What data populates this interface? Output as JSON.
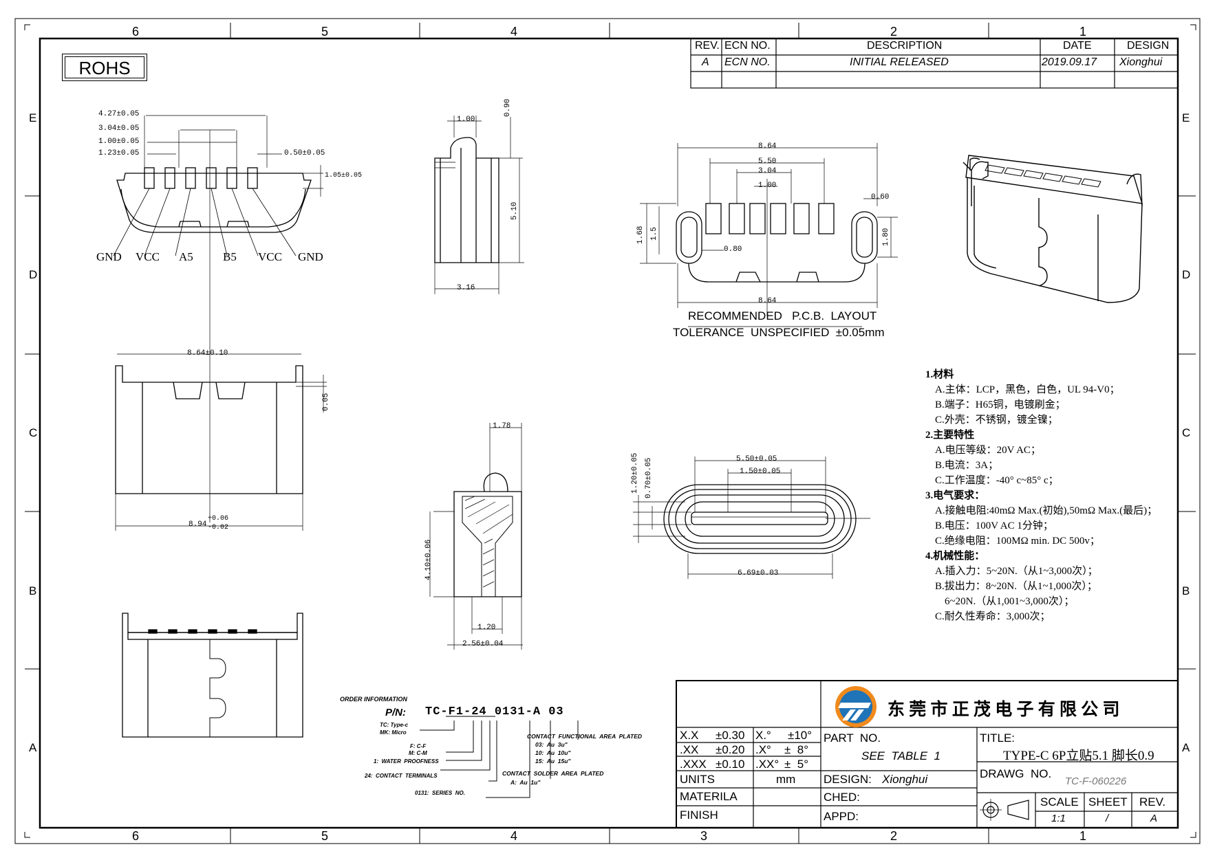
{
  "frame": {
    "col_labels": [
      "6",
      "5",
      "4",
      "3",
      "2",
      "1"
    ],
    "row_labels": [
      "E",
      "D",
      "C",
      "B",
      "A"
    ]
  },
  "rohs": "ROHS",
  "revision_table": {
    "headers": [
      "REV.",
      "ECN  NO.",
      "DESCRIPTION",
      "DATE",
      "DESIGN"
    ],
    "row": [
      "A",
      "ECN  NO.",
      "INITIAL  RELEASED",
      "2019.09.17",
      "Xionghui"
    ]
  },
  "front_view": {
    "dims": [
      "4.27±0.05",
      "3.04±0.05",
      "1.00±0.05",
      "1.23±0.05",
      "0.50±0.05",
      "1.05±0.05"
    ],
    "pin_labels": [
      "GND",
      "VCC",
      "A5",
      "B5",
      "VCC",
      "GND"
    ]
  },
  "side_view_top": {
    "dims": [
      "1.00",
      "0.90",
      "5.10",
      "3.16"
    ]
  },
  "pcb_layout": {
    "dims": [
      "8.64",
      "5.50",
      "3.04",
      "1.00",
      "0.60",
      "1.68",
      "1.5",
      "1.80",
      "0.80",
      "8.64"
    ],
    "caption1": "RECOMMENDED   P.C.B.  LAYOUT",
    "caption2": "TOLERANCE  UNSPECIFIED  ±0.05mm"
  },
  "mid_view": {
    "dims": [
      "8.64±0.10",
      "0.05",
      "8.94",
      "+0.06",
      "-0.02"
    ]
  },
  "section_view": {
    "dims": [
      "1.78",
      "4.10±0.06",
      "1.20",
      "2.56±0.04"
    ]
  },
  "mating_view": {
    "dims": [
      "5.50±0.05",
      "1.50±0.05",
      "1.20±0.05",
      "0.70±0.05",
      "6.69±0.03"
    ]
  },
  "notes": [
    {
      "cls": "h",
      "text": "1.材料"
    },
    {
      "cls": "i1",
      "text": "A.主体：LCP，黑色，白色，UL 94-V0；"
    },
    {
      "cls": "i1",
      "text": "B.端子：H65铜，电镀刷金；"
    },
    {
      "cls": "i1",
      "text": "C.外壳：不锈钢，镀全镍；"
    },
    {
      "cls": "h",
      "text": "2.主要特性"
    },
    {
      "cls": "i1",
      "text": "A.电压等级：20V AC；"
    },
    {
      "cls": "i1",
      "text": "B.电流：3A；"
    },
    {
      "cls": "i1",
      "text": "C.工作温度：-40° c~85° c；"
    },
    {
      "cls": "h",
      "text": "3.电气要求："
    },
    {
      "cls": "i1",
      "text": "A.接触电阻:40mΩ Max.(初始),50mΩ Max.(最后)；"
    },
    {
      "cls": "i1",
      "text": "B.电压：100V AC 1分钟；"
    },
    {
      "cls": "i1",
      "text": "C.绝缘电阻：100MΩ min. DC 500v；"
    },
    {
      "cls": "h",
      "text": "4.机械性能："
    },
    {
      "cls": "i1",
      "text": "A.插入力：5~20N.（从1~3,000次）；"
    },
    {
      "cls": "i1",
      "text": "B.拔出力：8~20N.（从1~1,000次）；"
    },
    {
      "cls": "i2",
      "text": "6~20N.（从1,001~3,000次）；"
    },
    {
      "cls": "i1",
      "text": "C.耐久性寿命：3,000次；"
    }
  ],
  "order_info": {
    "title": "ORDER INFORMATION",
    "pn_label": "P/N:",
    "pn": "TC-F1-24 0131-A 03",
    "notes": [
      "TC: Type-c",
      "MK: Micro",
      "F: C-F",
      "M: C-M",
      "1:  WATER  PROOFNESS",
      "24:  CONTACT  TERMINALS",
      "0131:  SERIES  NO.",
      "CONTACT  FUNCTIONAL  AREA  PLATED",
      "03:  Au  3u\"",
      "10:  Au  10u\"",
      "15:  Au  15u\"",
      "CONTACT  SOLDER  AREA  PLATED",
      "A:  Au  1u\""
    ]
  },
  "title_block": {
    "company": "东 莞 市 正 茂 电 子 有 限 公 司",
    "tolerances": [
      [
        "X.X",
        "±0.30",
        "X.°",
        "±10°"
      ],
      [
        ".XX",
        "±0.20",
        ".X°",
        "±  8°"
      ],
      [
        ".XXX",
        "±0.10",
        ".XX°",
        "±  5°"
      ]
    ],
    "units_label": "UNITS",
    "units_value": "mm",
    "materila_label": "MATERILA",
    "finish_label": "FINISH",
    "part_no_label": "PART  NO.",
    "part_no_value": "SEE  TABLE  1",
    "design_label": "DESIGN:",
    "design_value": "Xionghui",
    "ched_label": "CHED:",
    "appd_label": "APPD:",
    "title_label": "TITLE:",
    "title_value": "TYPE-C 6P立贴5.1 脚长0.9",
    "drawg_label": "DRAWG  NO.",
    "drawg_value": "TC-F-060226",
    "scale_label": "SCALE",
    "scale_value": "1:1",
    "sheet_label": "SHEET",
    "sheet_value": "/",
    "rev_label": "REV.",
    "rev_value": "A"
  },
  "colors": {
    "logo_blue": "#1f73b7",
    "logo_orange": "#f08a1c"
  }
}
